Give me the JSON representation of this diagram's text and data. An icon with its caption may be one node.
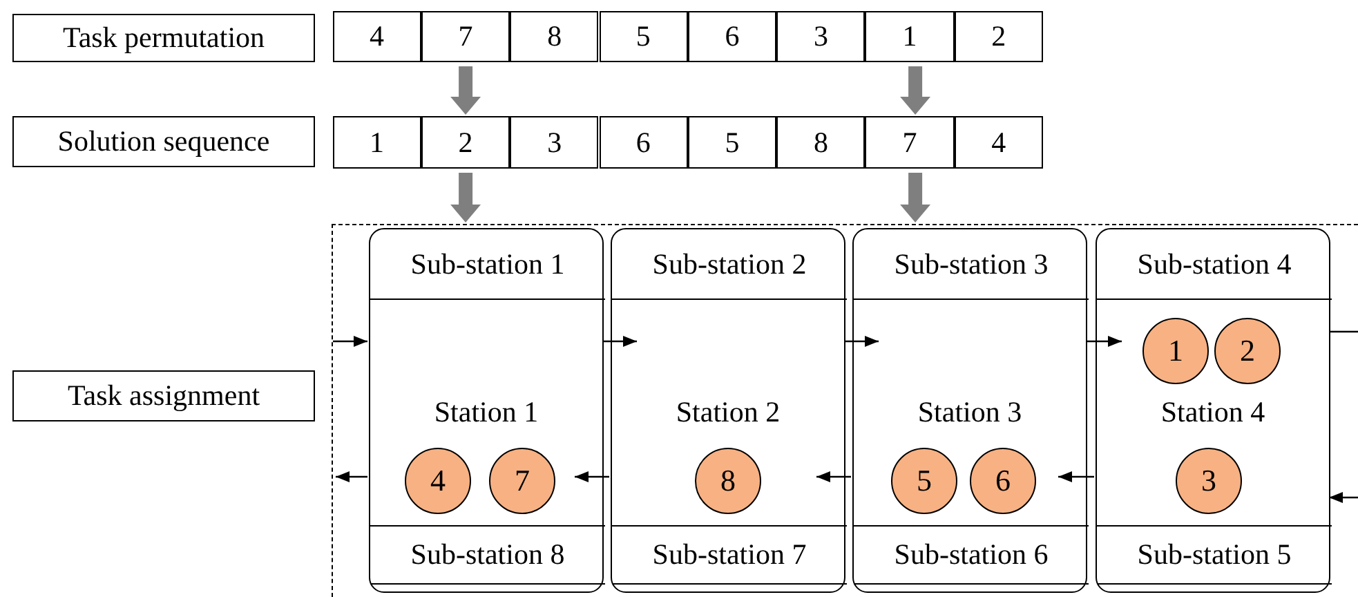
{
  "diagram": {
    "nodes": [
      {
        "text": [
          "Task permutation"
        ]
      },
      {
        "text": [
          "4"
        ]
      },
      {
        "text": [
          "7"
        ]
      },
      {
        "text": [
          "8"
        ]
      },
      {
        "text": [
          "5"
        ]
      },
      {
        "text": [
          "6"
        ]
      },
      {
        "text": [
          "3"
        ]
      },
      {
        "text": [
          "1"
        ]
      },
      {
        "text": [
          "2"
        ]
      },
      {
        "text": [
          "Solution sequence"
        ]
      },
      {
        "text": [
          "1"
        ]
      },
      {
        "text": [
          "2"
        ]
      },
      {
        "text": [
          "3"
        ]
      },
      {
        "text": [
          "6"
        ]
      },
      {
        "text": [
          "5"
        ]
      },
      {
        "text": [
          "8"
        ]
      },
      {
        "text": [
          "7"
        ]
      },
      {
        "text": [
          "4"
        ]
      },
      {
        "text": [
          "Task assignment"
        ]
      },
      {
        "text": [],
        "shape": "box"
      },
      {
        "text": [
          "Station 1"
        ],
        "in": 19
      },
      {
        "text": [
          "Sub-station 1"
        ],
        "in": 20
      },
      {
        "text": [
          "Sub-station 8"
        ],
        "in": 20
      },
      {
        "text": [
          "4"
        ],
        "in": 20
      },
      {
        "text": [
          "7"
        ],
        "in": 20
      },
      {
        "text": [
          "Station 2"
        ],
        "in": 19
      },
      {
        "text": [
          "Sub-station 2"
        ],
        "in": 25
      },
      {
        "text": [
          "Sub-station 7"
        ],
        "in": 25
      },
      {
        "text": [
          "8"
        ],
        "in": 25
      },
      {
        "text": [
          "Station 3"
        ],
        "in": 19
      },
      {
        "text": [
          "Sub-station 3"
        ],
        "in": 29
      },
      {
        "text": [
          "Sub-station 6"
        ],
        "in": 29
      },
      {
        "text": [
          "5"
        ],
        "in": 29
      },
      {
        "text": [
          "6"
        ],
        "in": 29
      },
      {
        "text": [
          "Station 4"
        ],
        "in": 19
      },
      {
        "text": [
          "Sub-station 4"
        ],
        "in": 34
      },
      {
        "text": [
          "Sub-station 5"
        ],
        "in": 34
      },
      {
        "text": [
          "1"
        ],
        "in": 34
      },
      {
        "text": [
          "2"
        ],
        "in": 34
      },
      {
        "text": [
          "3"
        ],
        "in": 34
      }
    ],
    "edges": [
      {
        "from": 2,
        "to": 11,
        "arrow": "to",
        "style": "thick",
        "color": "#7f7f7f"
      },
      {
        "from": 7,
        "to": 16,
        "arrow": "to",
        "style": "thick",
        "color": "#7f7f7f"
      },
      {
        "from": 11,
        "to": 19,
        "arrow": "to",
        "style": "thick",
        "color": "#7f7f7f"
      },
      {
        "from": 16,
        "to": 19,
        "arrow": "to",
        "style": "thick",
        "color": "#7f7f7f"
      },
      {
        "from": null,
        "to": 20,
        "arrow": "to"
      },
      {
        "from": 20,
        "to": 25,
        "arrow": "to"
      },
      {
        "from": 25,
        "to": 29,
        "arrow": "to"
      },
      {
        "from": 29,
        "to": 34,
        "arrow": "to"
      },
      {
        "from": 34,
        "to": null,
        "arrow": "none"
      },
      {
        "from": null,
        "to": 34,
        "arrow": "to"
      },
      {
        "from": 34,
        "to": 29,
        "arrow": "to"
      },
      {
        "from": 29,
        "to": 25,
        "arrow": "to"
      },
      {
        "from": 25,
        "to": 20,
        "arrow": "to"
      },
      {
        "from": 20,
        "to": null,
        "arrow": "to"
      }
    ]
  }
}
